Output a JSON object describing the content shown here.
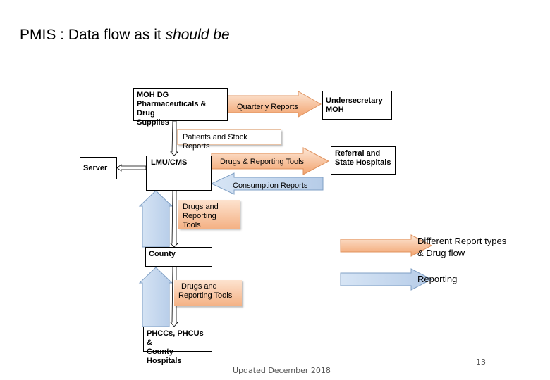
{
  "slide": {
    "title_prefix": "PMIS : Data flow as it ",
    "title_emphasis": "should be",
    "page_number": "13",
    "footer": "Updated December 2018"
  },
  "nodes": {
    "moh_dg": [
      "MOH DG",
      "Pharmaceuticals & Drug",
      "Supplies"
    ],
    "undersecretary": [
      "Undersecretary",
      "MOH"
    ],
    "server": "Server",
    "lmu": "LMU/CMS",
    "referral": [
      "Referral and",
      "State Hospitals"
    ],
    "county": "County",
    "phcc": [
      "PHCCs, PHCUs &",
      "County Hospitals"
    ]
  },
  "flows": {
    "quarterly": "Quarterly Reports",
    "patients_stock": "Patients and Stock Reports",
    "drugs_reporting_tools": "Drugs & Reporting Tools",
    "consumption": "Consumption Reports",
    "drugs_to_county": [
      "Drugs and",
      "Reporting",
      "Tools"
    ],
    "drugs_to_phcc": [
      "Drugs and",
      "Reporting Tools"
    ]
  },
  "legend": {
    "report_types": [
      "Different Report types",
      "& Drug flow"
    ],
    "reporting": "Reporting"
  },
  "colors": {
    "orange_top": "#fde7d6",
    "orange_bottom": "#f2a36e",
    "orange_edge": "#e0935f",
    "blue_fill": "#c6d9f0",
    "blue_edge": "#7f9fc4"
  }
}
